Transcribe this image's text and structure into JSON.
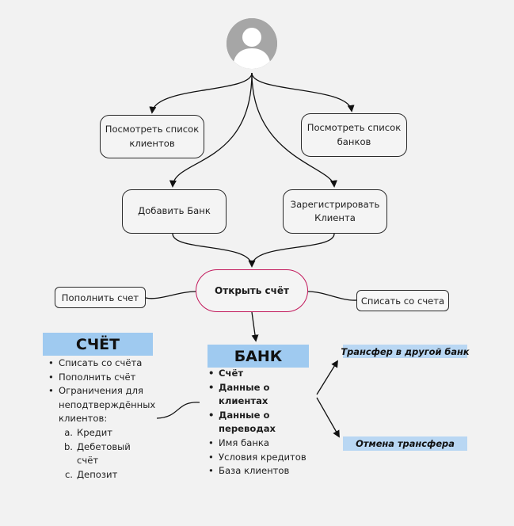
{
  "nodes": {
    "view_clients": "Посмотреть список\nклиентов",
    "view_banks": "Посмотреть список\nбанков",
    "add_bank": "Добавить Банк",
    "register_client": "Зарегистрировать\nКлиента",
    "open_account": "Открыть счёт",
    "top_up": "Пополнить счет",
    "withdraw": "Списать со счета"
  },
  "account": {
    "title": "СЧЁТ",
    "items": [
      "Списать со счёта",
      "Пополнить счёт",
      "Ограничения для неподтверждённых клиентов:"
    ],
    "sub_items": [
      {
        "marker": "a.",
        "text": "Кредит"
      },
      {
        "marker": "b.",
        "text": "Дебетовый счёт"
      },
      {
        "marker": "c.",
        "text": "Депозит"
      }
    ]
  },
  "bank": {
    "title": "БАНК",
    "bold_items": [
      "Счёт",
      "Данные о клиентах",
      "Данные о переводах"
    ],
    "items": [
      "Имя банка",
      "Условия кредитов",
      "База клиентов"
    ]
  },
  "transfers": {
    "to_other_bank": "Трансфер в другой банк",
    "cancel": "Отмена трансфера"
  },
  "colors": {
    "accent_border": "#c2185b",
    "header_fill": "#9fcaf0",
    "tag_fill": "#b9d7f3",
    "avatar": "#a6a6a6"
  },
  "icons": {
    "avatar": "user-avatar-icon"
  }
}
